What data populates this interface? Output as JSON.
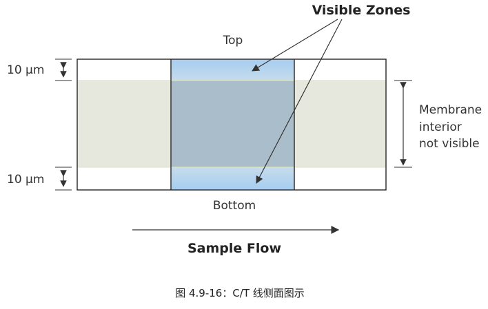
{
  "diagram": {
    "labels": {
      "visible_zones": "Visible Zones",
      "top": "Top",
      "bottom": "Bottom",
      "thickness_top": "10 µm",
      "thickness_bottom": "10 µm",
      "membrane_line1": "Membrane",
      "membrane_line2": "interior",
      "membrane_line3": "not visible",
      "sample_flow": "Sample Flow"
    },
    "colors": {
      "membrane_interior": "#e6e7dd",
      "visible_zone": "#b8d4ec",
      "window_interior": "#a9bdca",
      "outline": "#333333"
    }
  },
  "caption": "图 4.9-16：C/T 线侧面图示"
}
